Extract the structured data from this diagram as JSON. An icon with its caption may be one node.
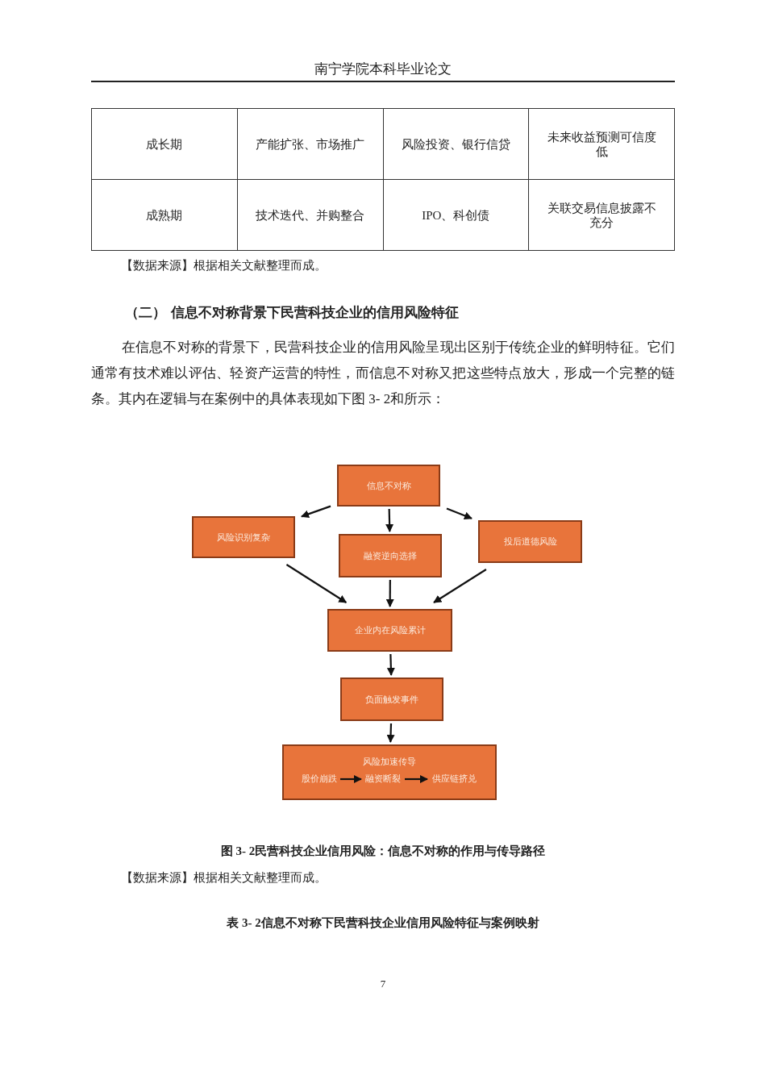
{
  "diagram": {
    "caption": "图 3- 2民营科技企业信用风险：信息不对称的作用与传导路径",
    "nodes": [
      {
        "text": [
          "信息不对称"
        ]
      },
      {
        "text": [
          "风险识别复杂"
        ]
      },
      {
        "text": [
          "融资逆向选择"
        ]
      },
      {
        "text": [
          "投后道德风险"
        ]
      },
      {
        "text": [
          "企业内在风险累计"
        ]
      },
      {
        "text": [
          "负面触发事件"
        ]
      },
      {
        "text": [
          "风险加速传导"
        ]
      },
      {
        "text": [
          "股价崩跌"
        ],
        "in": 6
      },
      {
        "text": [
          "融资断裂"
        ],
        "in": 6
      },
      {
        "text": [
          "供应链挤兑"
        ],
        "in": 6
      }
    ],
    "edges": [
      {
        "from": 0,
        "to": 1,
        "arrow": "to"
      },
      {
        "from": 0,
        "to": 2,
        "arrow": "to"
      },
      {
        "from": 0,
        "to": 3,
        "arrow": "to"
      },
      {
        "from": 1,
        "to": 4,
        "arrow": "to"
      },
      {
        "from": 2,
        "to": 4,
        "arrow": "to"
      },
      {
        "from": 3,
        "to": 4,
        "arrow": "to"
      },
      {
        "from": 4,
        "to": 5,
        "arrow": "to"
      },
      {
        "from": 5,
        "to": 6,
        "arrow": "to"
      },
      {
        "from": 7,
        "to": 8,
        "arrow": "to"
      },
      {
        "from": 8,
        "to": 9,
        "arrow": "to"
      }
    ],
    "labels": [
      "南宁学院本科毕业论文",
      "成长期",
      "产能扩张、市场推广",
      "风险投资、银行信贷",
      "未来收益预测可信度低",
      "成熟期",
      "技术迭代、并购整合",
      "IPO、科创债",
      "关联交易信息披露不充分",
      "【数据来源】根据相关文献整理而成。",
      "（二） 信息不对称背景下民营科技企业的信用风险特征",
      "在信息不对称的背景下，民营科技企业的信用风险呈现出区别于传统企业的鲜明特征。它们通常有技术难以评估、轻资产运营的特性，而信息不对称又把这些特点放大，形成一个完整的链条。其内在逻辑与在案例中的具体表现如下图 3- 2和所示：",
      "【数据来源】根据相关文献整理而成。",
      "表 3- 2信息不对称下民营科技企业信用风险特征与案例映射",
      "7"
    ]
  }
}
